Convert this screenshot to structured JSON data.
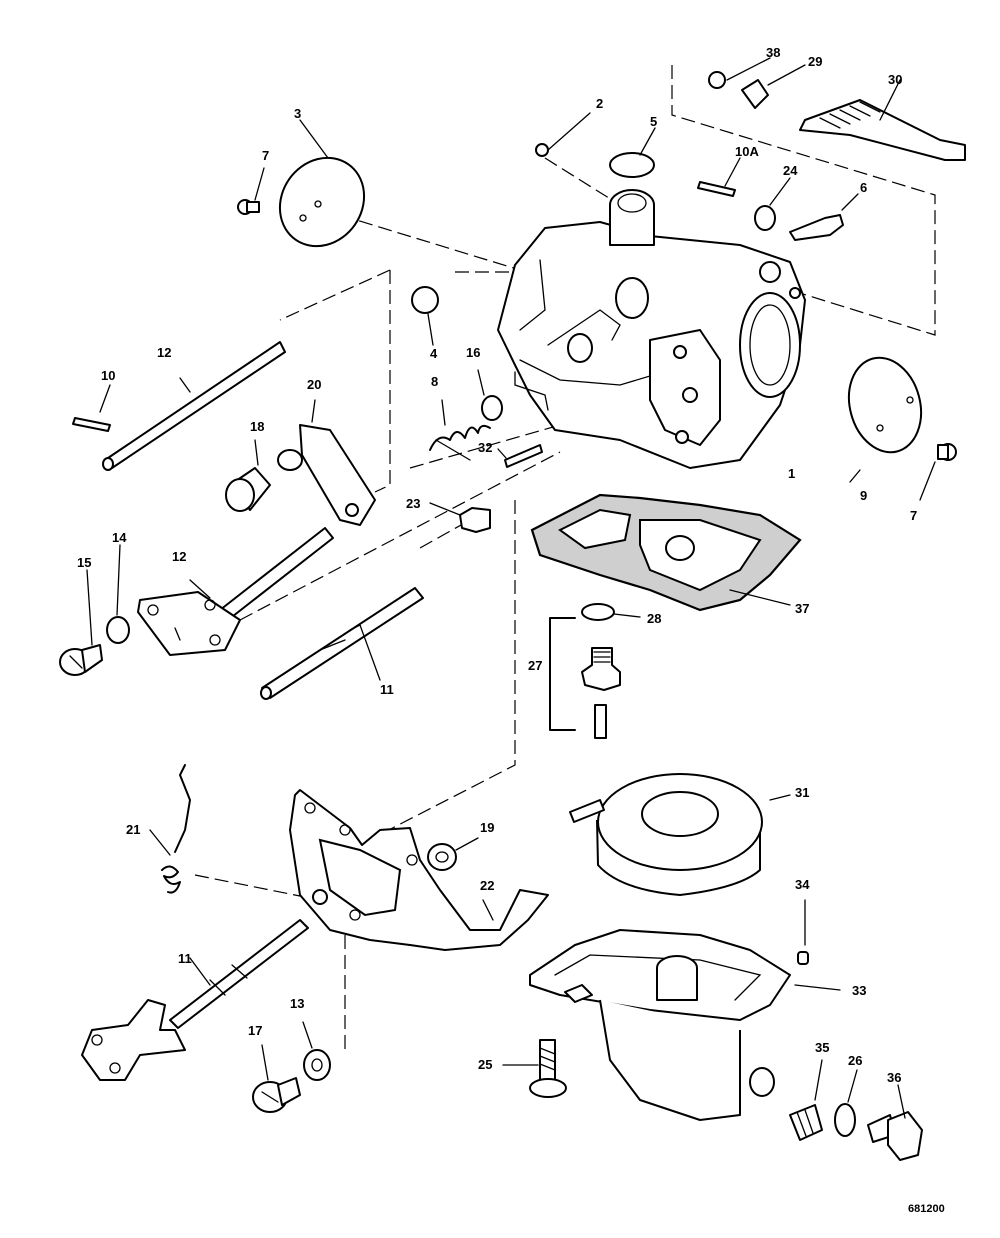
{
  "figure_number": "681200",
  "callouts": {
    "c1": "1",
    "c2": "2",
    "c3": "3",
    "c4": "4",
    "c5": "5",
    "c6": "6",
    "c7a": "7",
    "c7b": "7",
    "c8": "8",
    "c9": "9",
    "c10": "10",
    "c10a": "10A",
    "c11a": "11",
    "c11b": "11",
    "c12a": "12",
    "c12b": "12",
    "c13": "13",
    "c14": "14",
    "c15": "15",
    "c16": "16",
    "c17": "17",
    "c18": "18",
    "c19": "19",
    "c20": "20",
    "c21": "21",
    "c22": "22",
    "c23": "23",
    "c24": "24",
    "c25": "25",
    "c26": "26",
    "c27": "27",
    "c28": "28",
    "c29": "29",
    "c30": "30",
    "c31": "31",
    "c32": "32",
    "c33": "33",
    "c34": "34",
    "c35": "35",
    "c36": "36",
    "c37": "37",
    "c38": "38"
  }
}
